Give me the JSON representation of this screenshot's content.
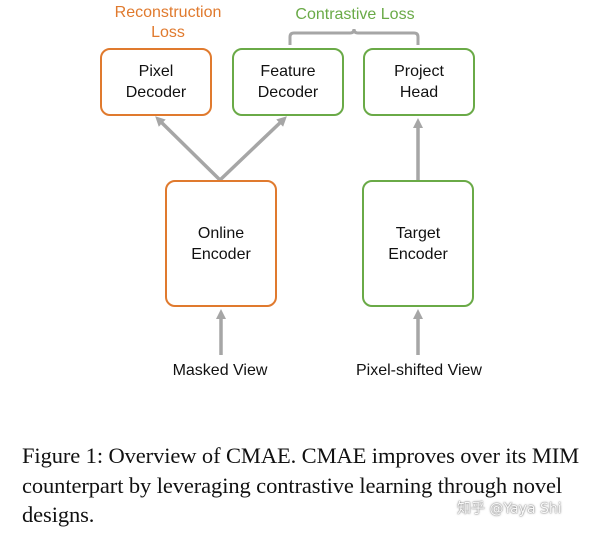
{
  "diagram": {
    "losses": {
      "reconstruction": "Reconstruction\nLoss",
      "contrastive": "Contrastive Loss"
    },
    "boxes": {
      "pixel_decoder": "Pixel\nDecoder",
      "feature_decoder": "Feature\nDecoder",
      "project_head": "Project\nHead",
      "online_encoder": "Online\nEncoder",
      "target_encoder": "Target\nEncoder"
    },
    "inputs": {
      "masked_view": "Masked View",
      "pixel_shifted_view": "Pixel-shifted View"
    },
    "colors": {
      "online_branch": "#e07a2e",
      "target_branch": "#6aaa47",
      "arrow": "#a6a6a6"
    }
  },
  "caption": "Figure 1: Overview of CMAE. CMAE improves over its MIM counterpart by leveraging contrastive learning through novel designs.",
  "watermark": "知乎 @Yaya Shi"
}
